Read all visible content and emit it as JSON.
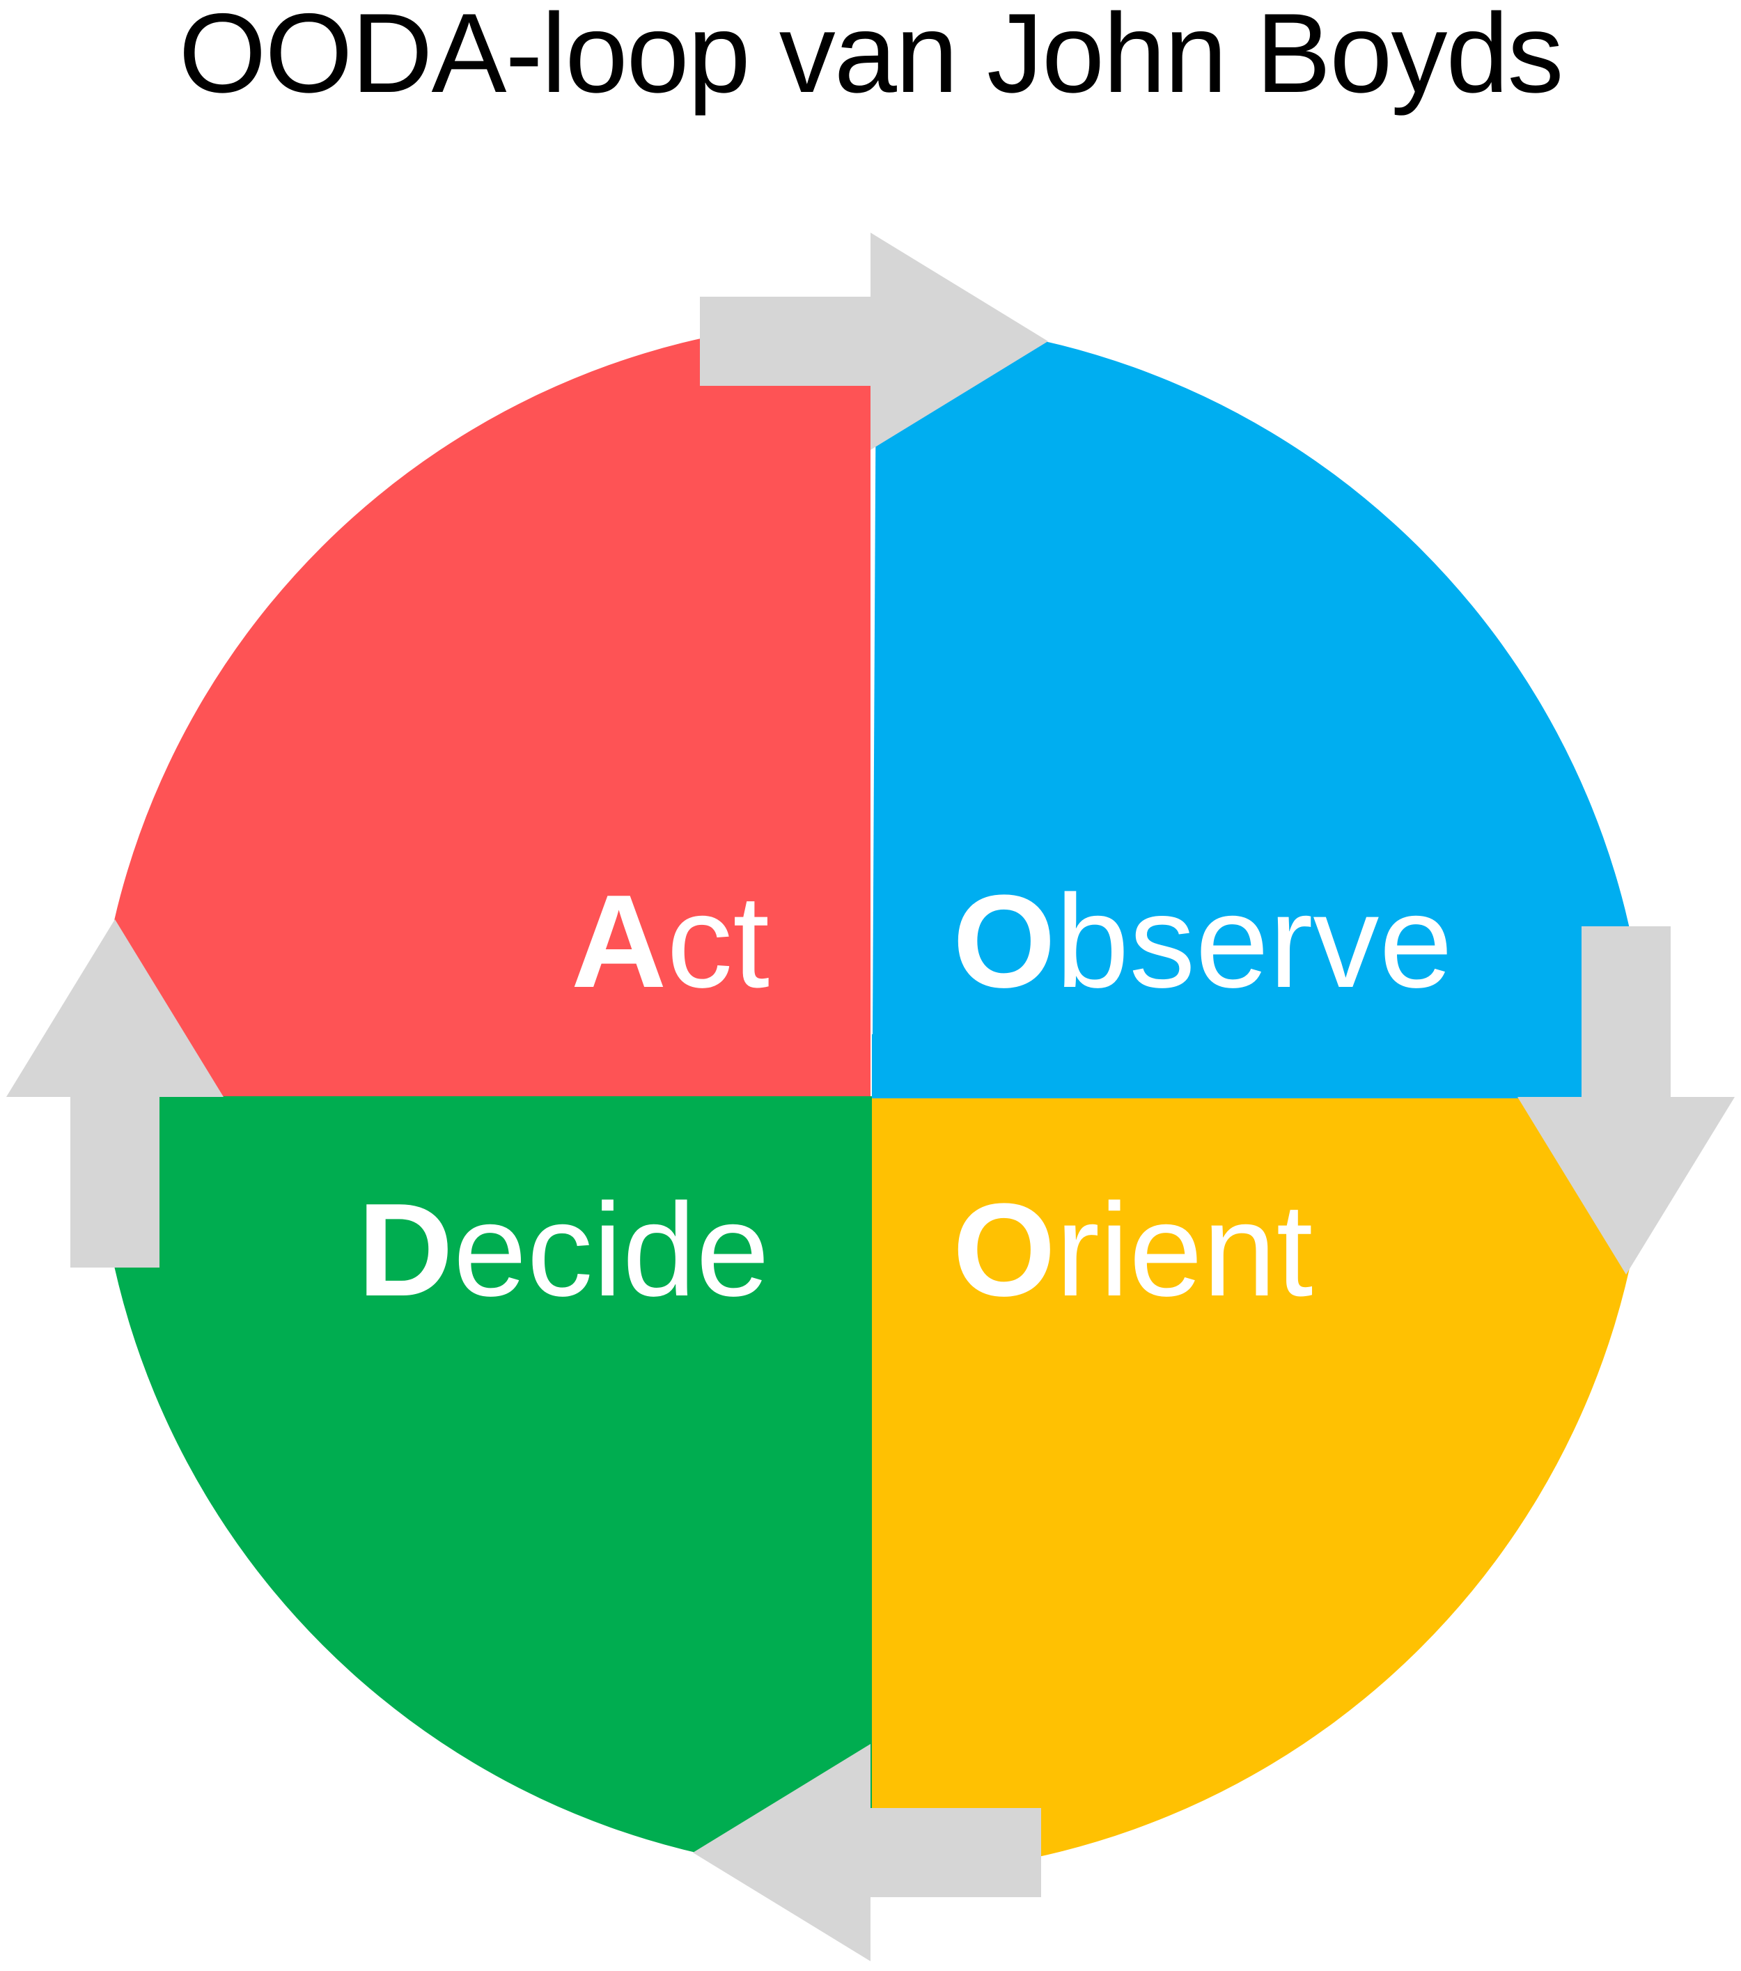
{
  "title": {
    "text": "OODA-loop van John Boyds",
    "color": "#000000"
  },
  "palette": {
    "red": "#FE5355",
    "blue": "#00AEF0",
    "green": "#00AD50",
    "yellow": "#FFC102",
    "arrow_gray": "#D6D6D6",
    "label_white": "#FFFFFF",
    "background": "#FFFFFF"
  },
  "diagram": {
    "type": "cycle-diagram",
    "flow_direction": "clockwise",
    "quadrants": [
      {
        "name": "Act",
        "initial": "A",
        "rest": "ct",
        "position": "top-left",
        "color_key": "red"
      },
      {
        "name": "Observe",
        "initial": "O",
        "rest": "bserve",
        "position": "top-right",
        "color_key": "blue"
      },
      {
        "name": "Decide",
        "initial": "D",
        "rest": "ecide",
        "position": "bottom-left",
        "color_key": "green"
      },
      {
        "name": "Orient",
        "initial": "O",
        "rest": "rient",
        "position": "bottom-right",
        "color_key": "yellow"
      }
    ],
    "arrows": [
      {
        "position": "top",
        "points_to": "Observe"
      },
      {
        "position": "right",
        "points_to": "Orient"
      },
      {
        "position": "bottom",
        "points_to": "Decide"
      },
      {
        "position": "left",
        "points_to": "Act"
      }
    ]
  }
}
